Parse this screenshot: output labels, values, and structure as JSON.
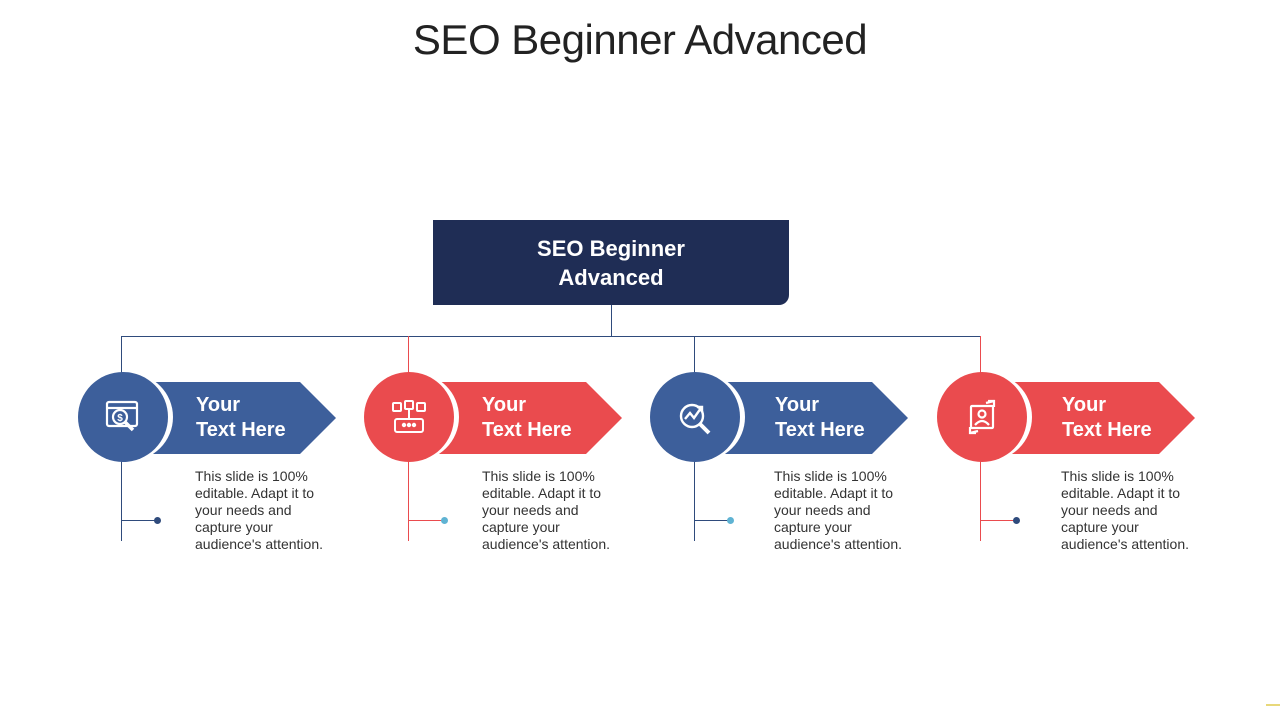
{
  "title": "SEO Beginner Advanced",
  "root": {
    "label": "SEO Beginner Advanced"
  },
  "colors": {
    "blue": "#3d5f9b",
    "red": "#ea4b4e",
    "navy": "#1f2d55",
    "dot_light": "#5fb3d3",
    "dot_dark": "#2f4b7c"
  },
  "items": [
    {
      "heading_line1": "Your",
      "heading_line2": "Text Here",
      "icon": "money-search-icon",
      "desc": "This slide is 100% editable. Adapt it to your needs and capture your audience's attention."
    },
    {
      "heading_line1": "Your",
      "heading_line2": "Text Here",
      "icon": "social-media-icon",
      "desc": "This slide is 100% editable. Adapt it to your needs and capture your audience's attention."
    },
    {
      "heading_line1": "Your",
      "heading_line2": "Text Here",
      "icon": "analytics-search-icon",
      "desc": "This slide is 100% editable. Adapt it to your needs and capture your audience's attention."
    },
    {
      "heading_line1": "Your",
      "heading_line2": "Text Here",
      "icon": "profile-exchange-icon",
      "desc": "This slide is 100% editable. Adapt it to your needs and capture your audience's attention."
    }
  ]
}
